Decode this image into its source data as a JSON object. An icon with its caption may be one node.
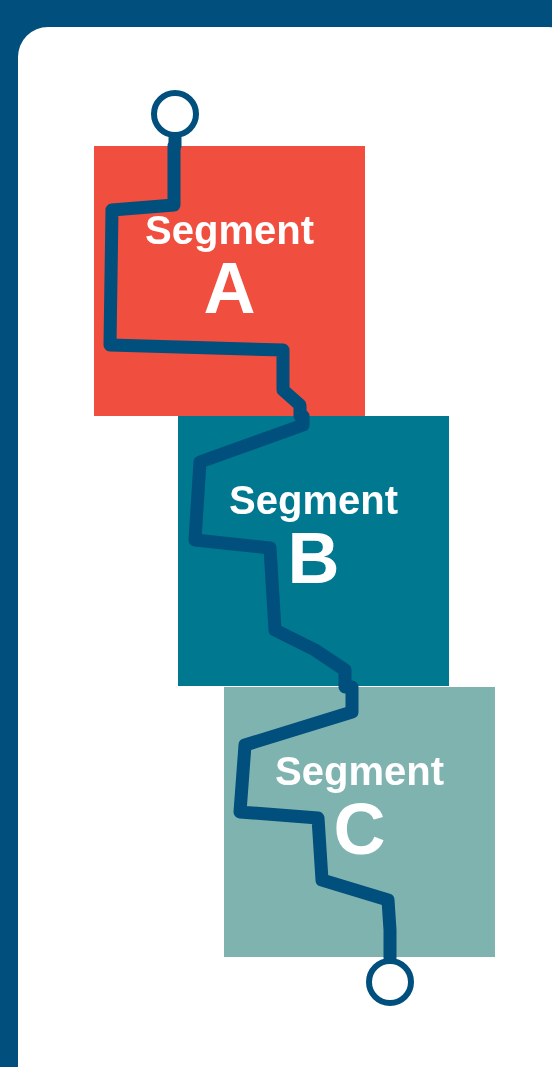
{
  "diagram": {
    "nodes": [
      {
        "text": [],
        "shape": "circle"
      },
      {
        "text": [
          "Segment",
          "A"
        ]
      },
      {
        "text": [
          "Segment",
          "B"
        ]
      },
      {
        "text": [
          "Segment",
          "C"
        ]
      },
      {
        "text": [],
        "shape": "circle"
      }
    ],
    "edges": [
      {
        "from": 0,
        "to": 1,
        "arrow": "none"
      },
      {
        "from": 1,
        "to": 2,
        "arrow": "none"
      },
      {
        "from": 2,
        "to": 3,
        "arrow": "none"
      },
      {
        "from": 3,
        "to": 4,
        "arrow": "none"
      }
    ]
  }
}
